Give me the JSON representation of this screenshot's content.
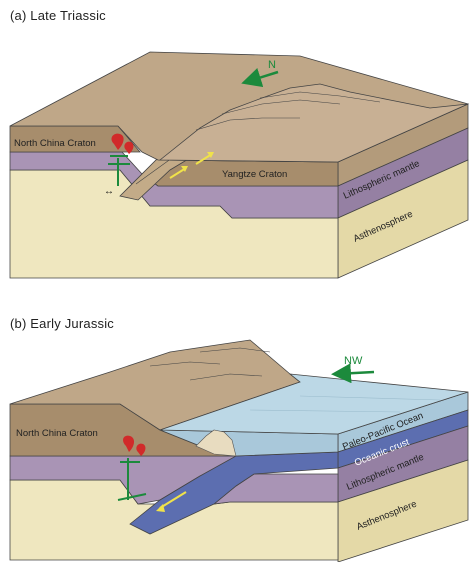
{
  "panel_a": {
    "title": "(a)  Late Triassic",
    "direction": "N",
    "labels": {
      "north_china_craton": "North China Craton",
      "yangtze_craton": "Yangtze Craton",
      "lithospheric_mantle": "Lithospheric mantle",
      "asthenosphere": "Asthenosphere"
    }
  },
  "panel_b": {
    "title": "(b)  Early Jurassic",
    "direction": "NW",
    "labels": {
      "north_china_craton": "North China Craton",
      "paleo_pacific_ocean": "Paleo-Pacific Ocean",
      "oceanic_crust": "Oceanic crust",
      "lithospheric_mantle": "Lithospheric mantle",
      "asthenosphere": "Asthenosphere"
    }
  },
  "colors": {
    "crust_top": "#bfa788",
    "crust_side": "#b39b7b",
    "crust_front": "#a78d6c",
    "mantle": "#a994b5",
    "mantle_dark": "#9580a3",
    "asthenosphere": "#efe7bf",
    "asthenosphere_side": "#e4d9a7",
    "ocean_top": "#bcd8e6",
    "ocean_side": "#a9c8da",
    "oceanic_crust": "#5c6eb0",
    "arrow_green": "#1c8a3c",
    "magma_red": "#d12a2a",
    "slab_arrow_yellow": "#f0e24a"
  }
}
